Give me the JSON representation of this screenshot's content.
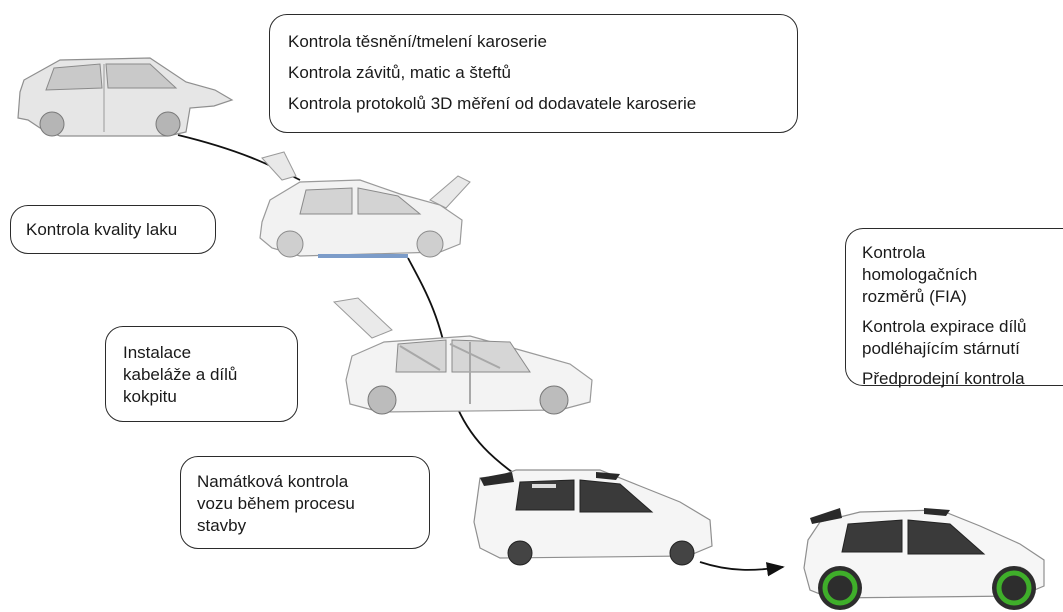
{
  "boxes": {
    "body_checks": {
      "lines": [
        "Kontrola těsnění/tmelení karoserie",
        "Kontrola závitů, matic a šteftů",
        "Kontrola protokolů 3D měření od dodavatele karoserie"
      ]
    },
    "paint": {
      "text": "Kontrola kvality laku"
    },
    "wiring": {
      "text": "Instalace\nkabeláže a dílů\nkokpitu"
    },
    "random": {
      "text": "Namátková kontrola\nvozu během procesu\nstavby"
    },
    "final": {
      "lines": [
        "Kontrola\nhomologačních\nrozměrů (FIA)",
        "Kontrola expirace dílů\npodléhajícím stárnutí",
        "Předprodejní kontrola"
      ]
    }
  },
  "stages": [
    "bare-body-shell",
    "painted-body-shell",
    "body-with-roll-cage",
    "assembled-car-without-wheels",
    "finished-rally-car"
  ],
  "colors": {
    "body": "#efefef",
    "cage": "#bdbdbd",
    "wheel_green": "#3fae2a",
    "line": "#111111"
  }
}
